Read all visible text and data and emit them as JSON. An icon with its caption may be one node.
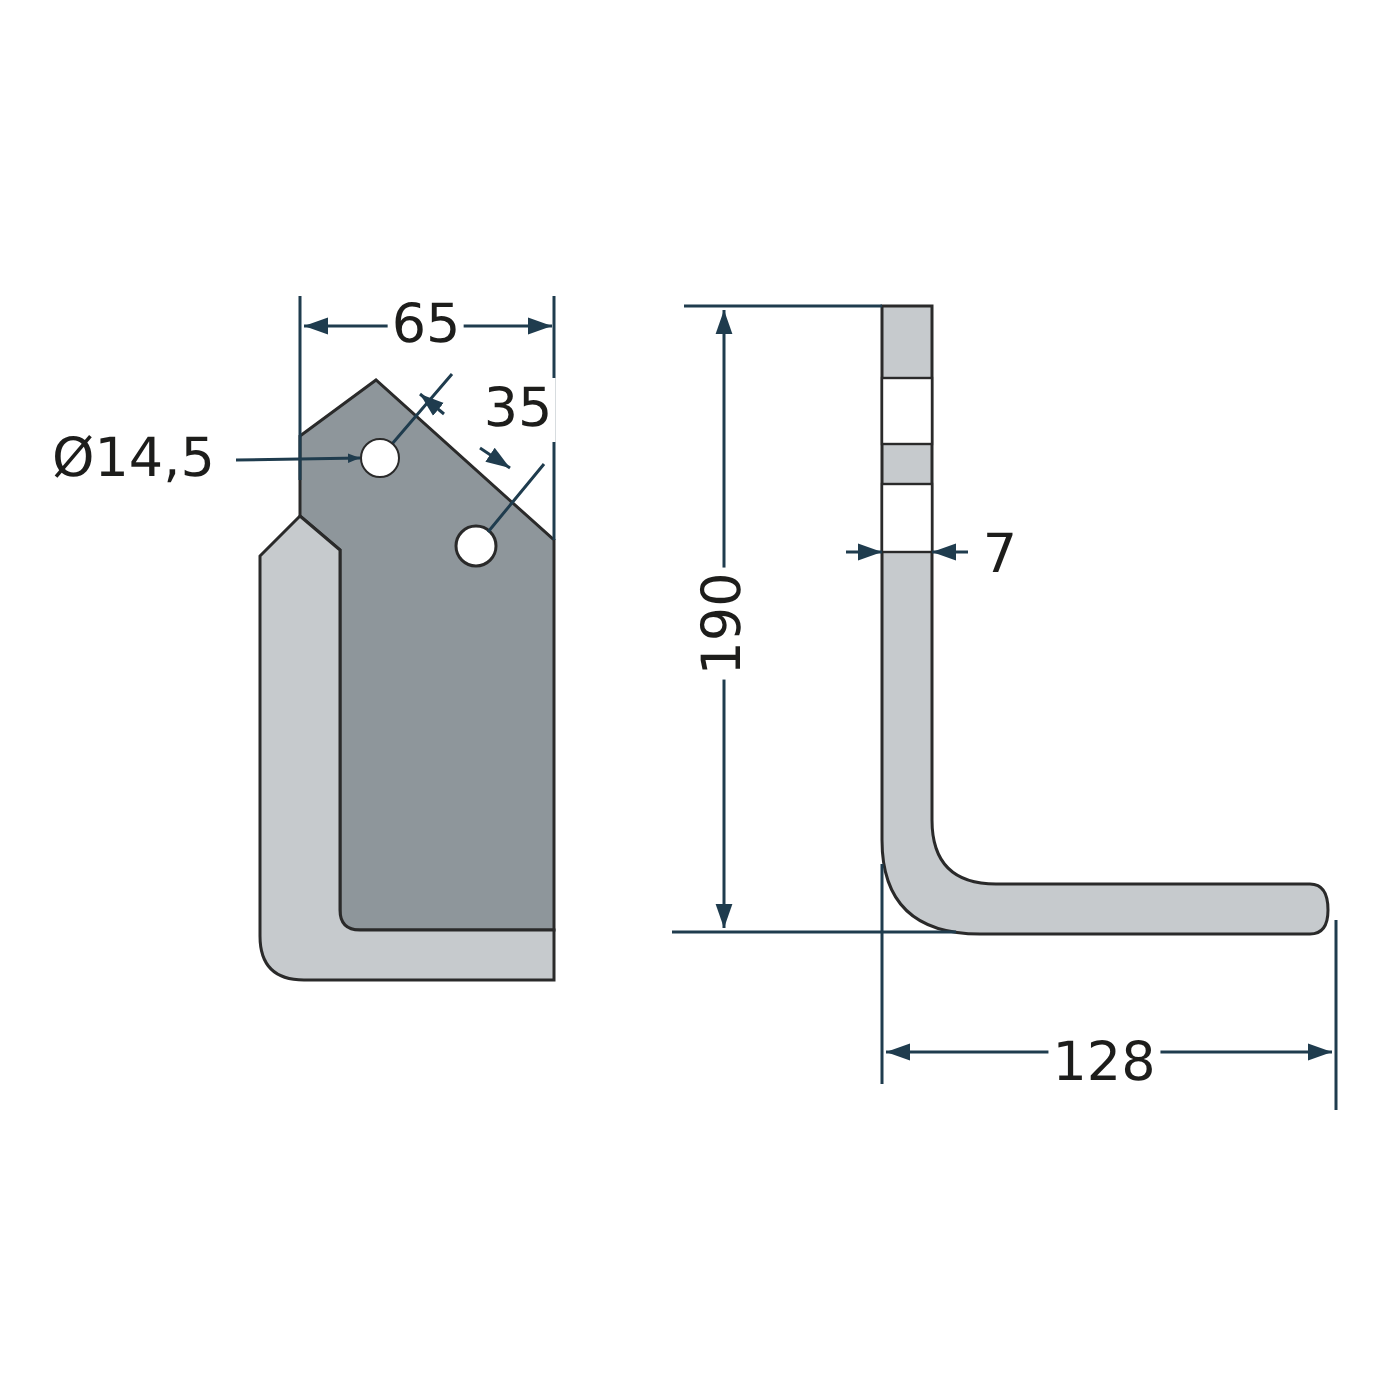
{
  "diagram": {
    "nodes": [
      {
        "text": [
          "Ø14,5"
        ]
      },
      {
        "text": [],
        "shape": "circle"
      }
    ],
    "edges": [
      {
        "from": 0,
        "to": 1,
        "arrow": "to"
      }
    ],
    "labels": [
      "65",
      "35",
      "190",
      "7",
      "128"
    ]
  }
}
